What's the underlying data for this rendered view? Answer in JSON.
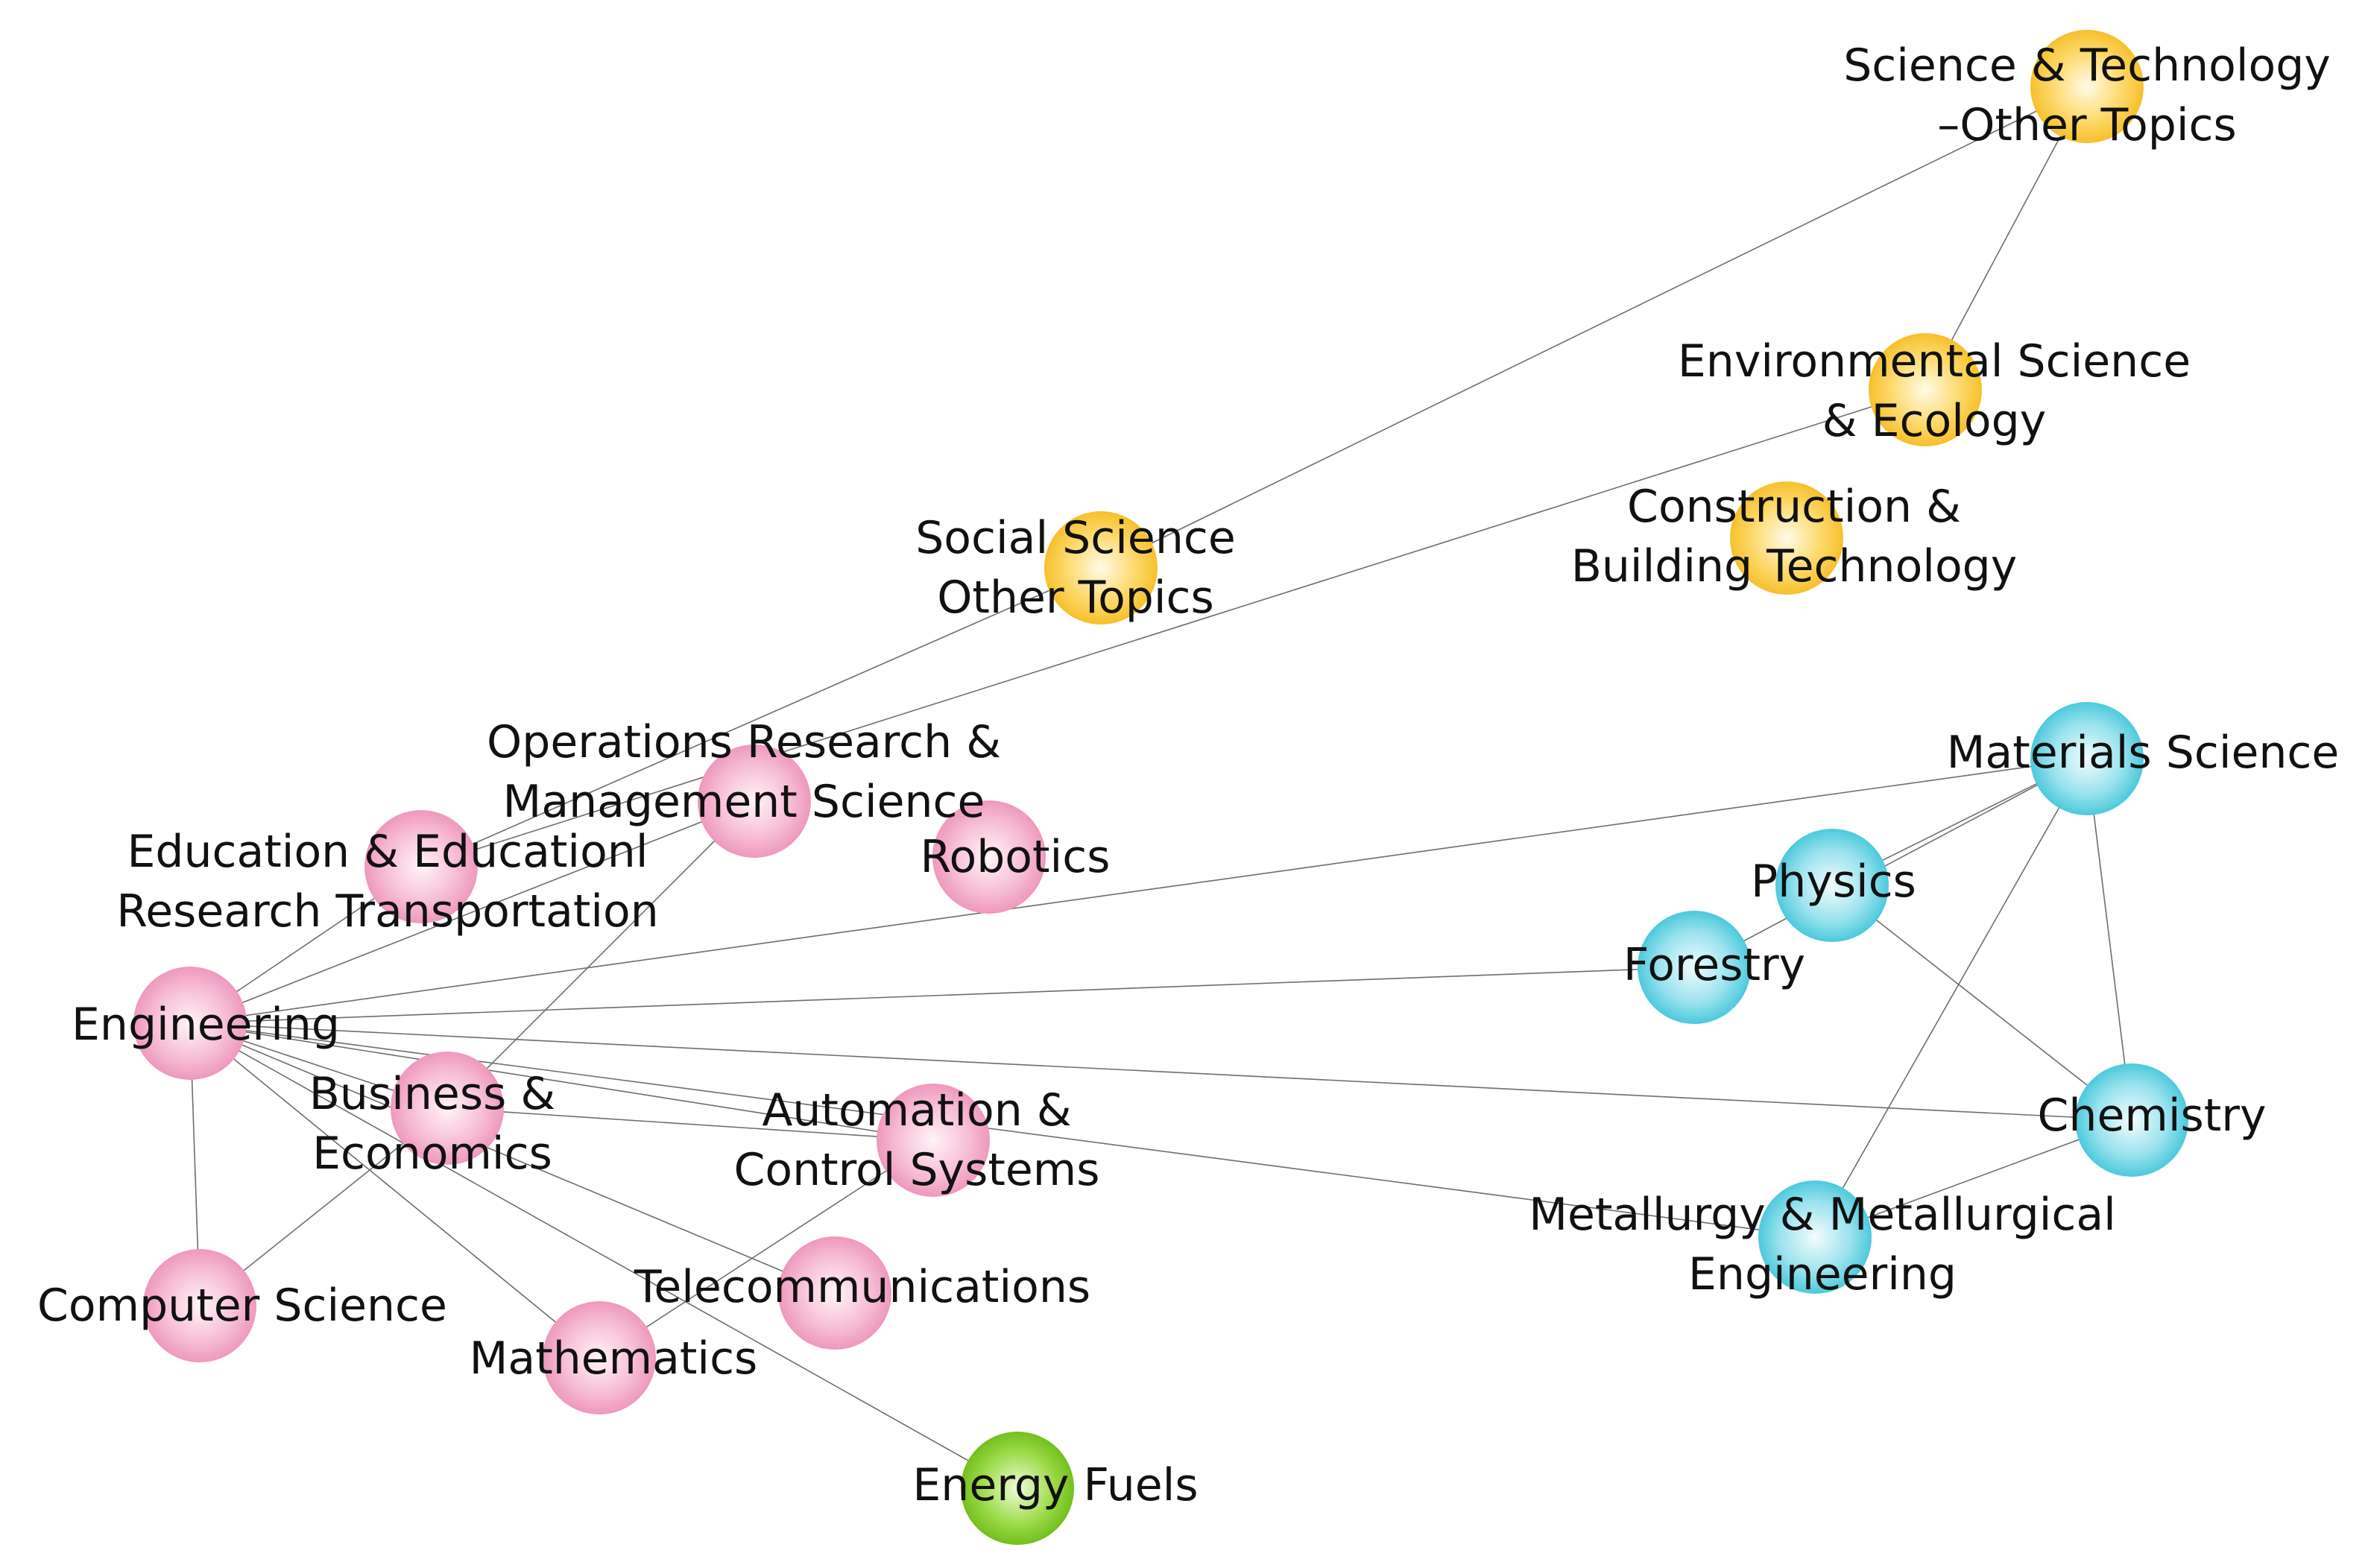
{
  "palette": {
    "pink": [
      "#fff4f8",
      "#f7bfd6",
      "#ee98bd"
    ],
    "yellow": [
      "#fffbe8",
      "#fdd96a",
      "#f6c02c"
    ],
    "cyan": [
      "#f2fcfe",
      "#9be3ee",
      "#4dc9dc"
    ],
    "green": [
      "#eefcd8",
      "#9fdc4d",
      "#72bf1c"
    ]
  },
  "nodes": [
    {
      "id": "engineering",
      "name": "node-engineering",
      "group": "pink",
      "lines": [
        "Engineering"
      ]
    },
    {
      "id": "education",
      "name": "node-education-research-transportation",
      "group": "pink",
      "lines": [
        "Education & Educationl",
        "Research Transportation"
      ]
    },
    {
      "id": "opresearch",
      "name": "node-operations-research",
      "group": "pink",
      "lines": [
        "Operations Research &",
        "Management Science"
      ]
    },
    {
      "id": "robotics",
      "name": "node-robotics",
      "group": "pink",
      "lines": [
        "Robotics"
      ]
    },
    {
      "id": "business",
      "name": "node-business-economics",
      "group": "pink",
      "lines": [
        "Business &",
        "Economics"
      ]
    },
    {
      "id": "automation",
      "name": "node-automation-control",
      "group": "pink",
      "lines": [
        "Automation &",
        "Control Systems"
      ]
    },
    {
      "id": "computer",
      "name": "node-computer-science",
      "group": "pink",
      "lines": [
        "Computer Science"
      ]
    },
    {
      "id": "telecom",
      "name": "node-telecommunications",
      "group": "pink",
      "lines": [
        "Telecommunications"
      ]
    },
    {
      "id": "mathematics",
      "name": "node-mathematics",
      "group": "pink",
      "lines": [
        "Mathematics"
      ]
    },
    {
      "id": "energy",
      "name": "node-energy-fuels",
      "group": "green",
      "lines": [
        "Energy Fuels"
      ]
    },
    {
      "id": "scitech",
      "name": "node-science-technology-other",
      "group": "yellow",
      "lines": [
        "Science & Technology",
        "–Other Topics"
      ]
    },
    {
      "id": "environmental",
      "name": "node-environmental-science",
      "group": "yellow",
      "lines": [
        "Environmental Science",
        "& Ecology"
      ]
    },
    {
      "id": "construction",
      "name": "node-construction-building",
      "group": "yellow",
      "lines": [
        "Construction &",
        "Building Technology"
      ]
    },
    {
      "id": "socialsci",
      "name": "node-social-science-other",
      "group": "yellow",
      "lines": [
        "Social Science",
        "Other Topics"
      ]
    },
    {
      "id": "materials",
      "name": "node-materials-science",
      "group": "cyan",
      "lines": [
        "Materials Science"
      ]
    },
    {
      "id": "physics",
      "name": "node-physics",
      "group": "cyan",
      "lines": [
        "Physics"
      ]
    },
    {
      "id": "forestry",
      "name": "node-forestry",
      "group": "cyan",
      "lines": [
        "Forestry"
      ]
    },
    {
      "id": "chemistry",
      "name": "node-chemistry",
      "group": "cyan",
      "lines": [
        "Chemistry"
      ]
    },
    {
      "id": "metallurgy",
      "name": "node-metallurgy",
      "group": "cyan",
      "lines": [
        "Metallurgy & Metallurgical",
        "Engineering"
      ]
    }
  ],
  "edges": [
    [
      "engineering",
      "education"
    ],
    [
      "engineering",
      "opresearch"
    ],
    [
      "engineering",
      "business"
    ],
    [
      "engineering",
      "automation"
    ],
    [
      "engineering",
      "computer"
    ],
    [
      "engineering",
      "telecom"
    ],
    [
      "engineering",
      "mathematics"
    ],
    [
      "engineering",
      "energy"
    ],
    [
      "engineering",
      "materials"
    ],
    [
      "engineering",
      "forestry"
    ],
    [
      "engineering",
      "chemistry"
    ],
    [
      "engineering",
      "metallurgy"
    ],
    [
      "education",
      "socialsci"
    ],
    [
      "education",
      "environmental"
    ],
    [
      "opresearch",
      "business"
    ],
    [
      "business",
      "computer"
    ],
    [
      "business",
      "automation"
    ],
    [
      "socialsci",
      "scitech"
    ],
    [
      "scitech",
      "environmental"
    ],
    [
      "automation",
      "mathematics"
    ],
    [
      "materials",
      "physics"
    ],
    [
      "materials",
      "forestry"
    ],
    [
      "materials",
      "chemistry"
    ],
    [
      "materials",
      "metallurgy"
    ],
    [
      "physics",
      "chemistry"
    ],
    [
      "chemistry",
      "metallurgy"
    ]
  ]
}
